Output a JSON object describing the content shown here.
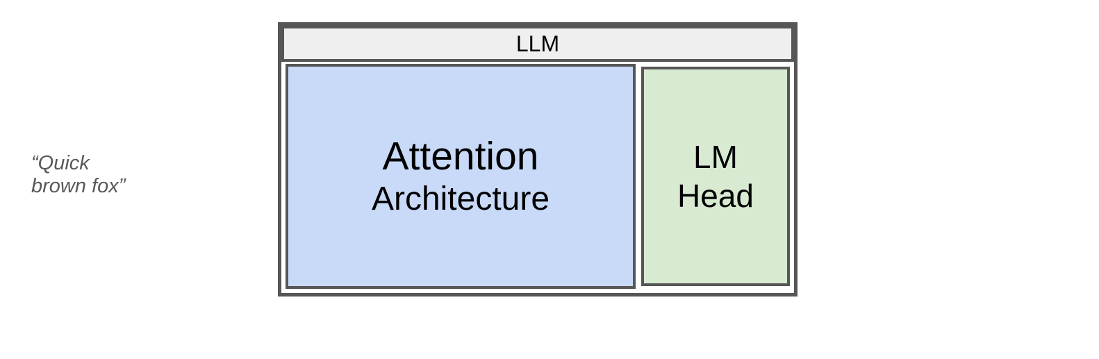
{
  "figure": {
    "input_label": {
      "line1": "“Quick",
      "line2": "brown fox”",
      "full_text": "“Quick\nbrown fox”"
    },
    "llm": {
      "title": "LLM",
      "attention_block": {
        "line1": "Attention",
        "line2": "Architecture"
      },
      "lm_head_block": {
        "line1": "LM",
        "line2": "Head"
      }
    },
    "colors": {
      "border": "#565656",
      "header_fill": "#efefef",
      "attention_fill": "#c9daf8",
      "lm_head_fill": "#d9ead3",
      "label_text": "#595959",
      "box_text": "#000000",
      "background": "#ffffff"
    }
  }
}
